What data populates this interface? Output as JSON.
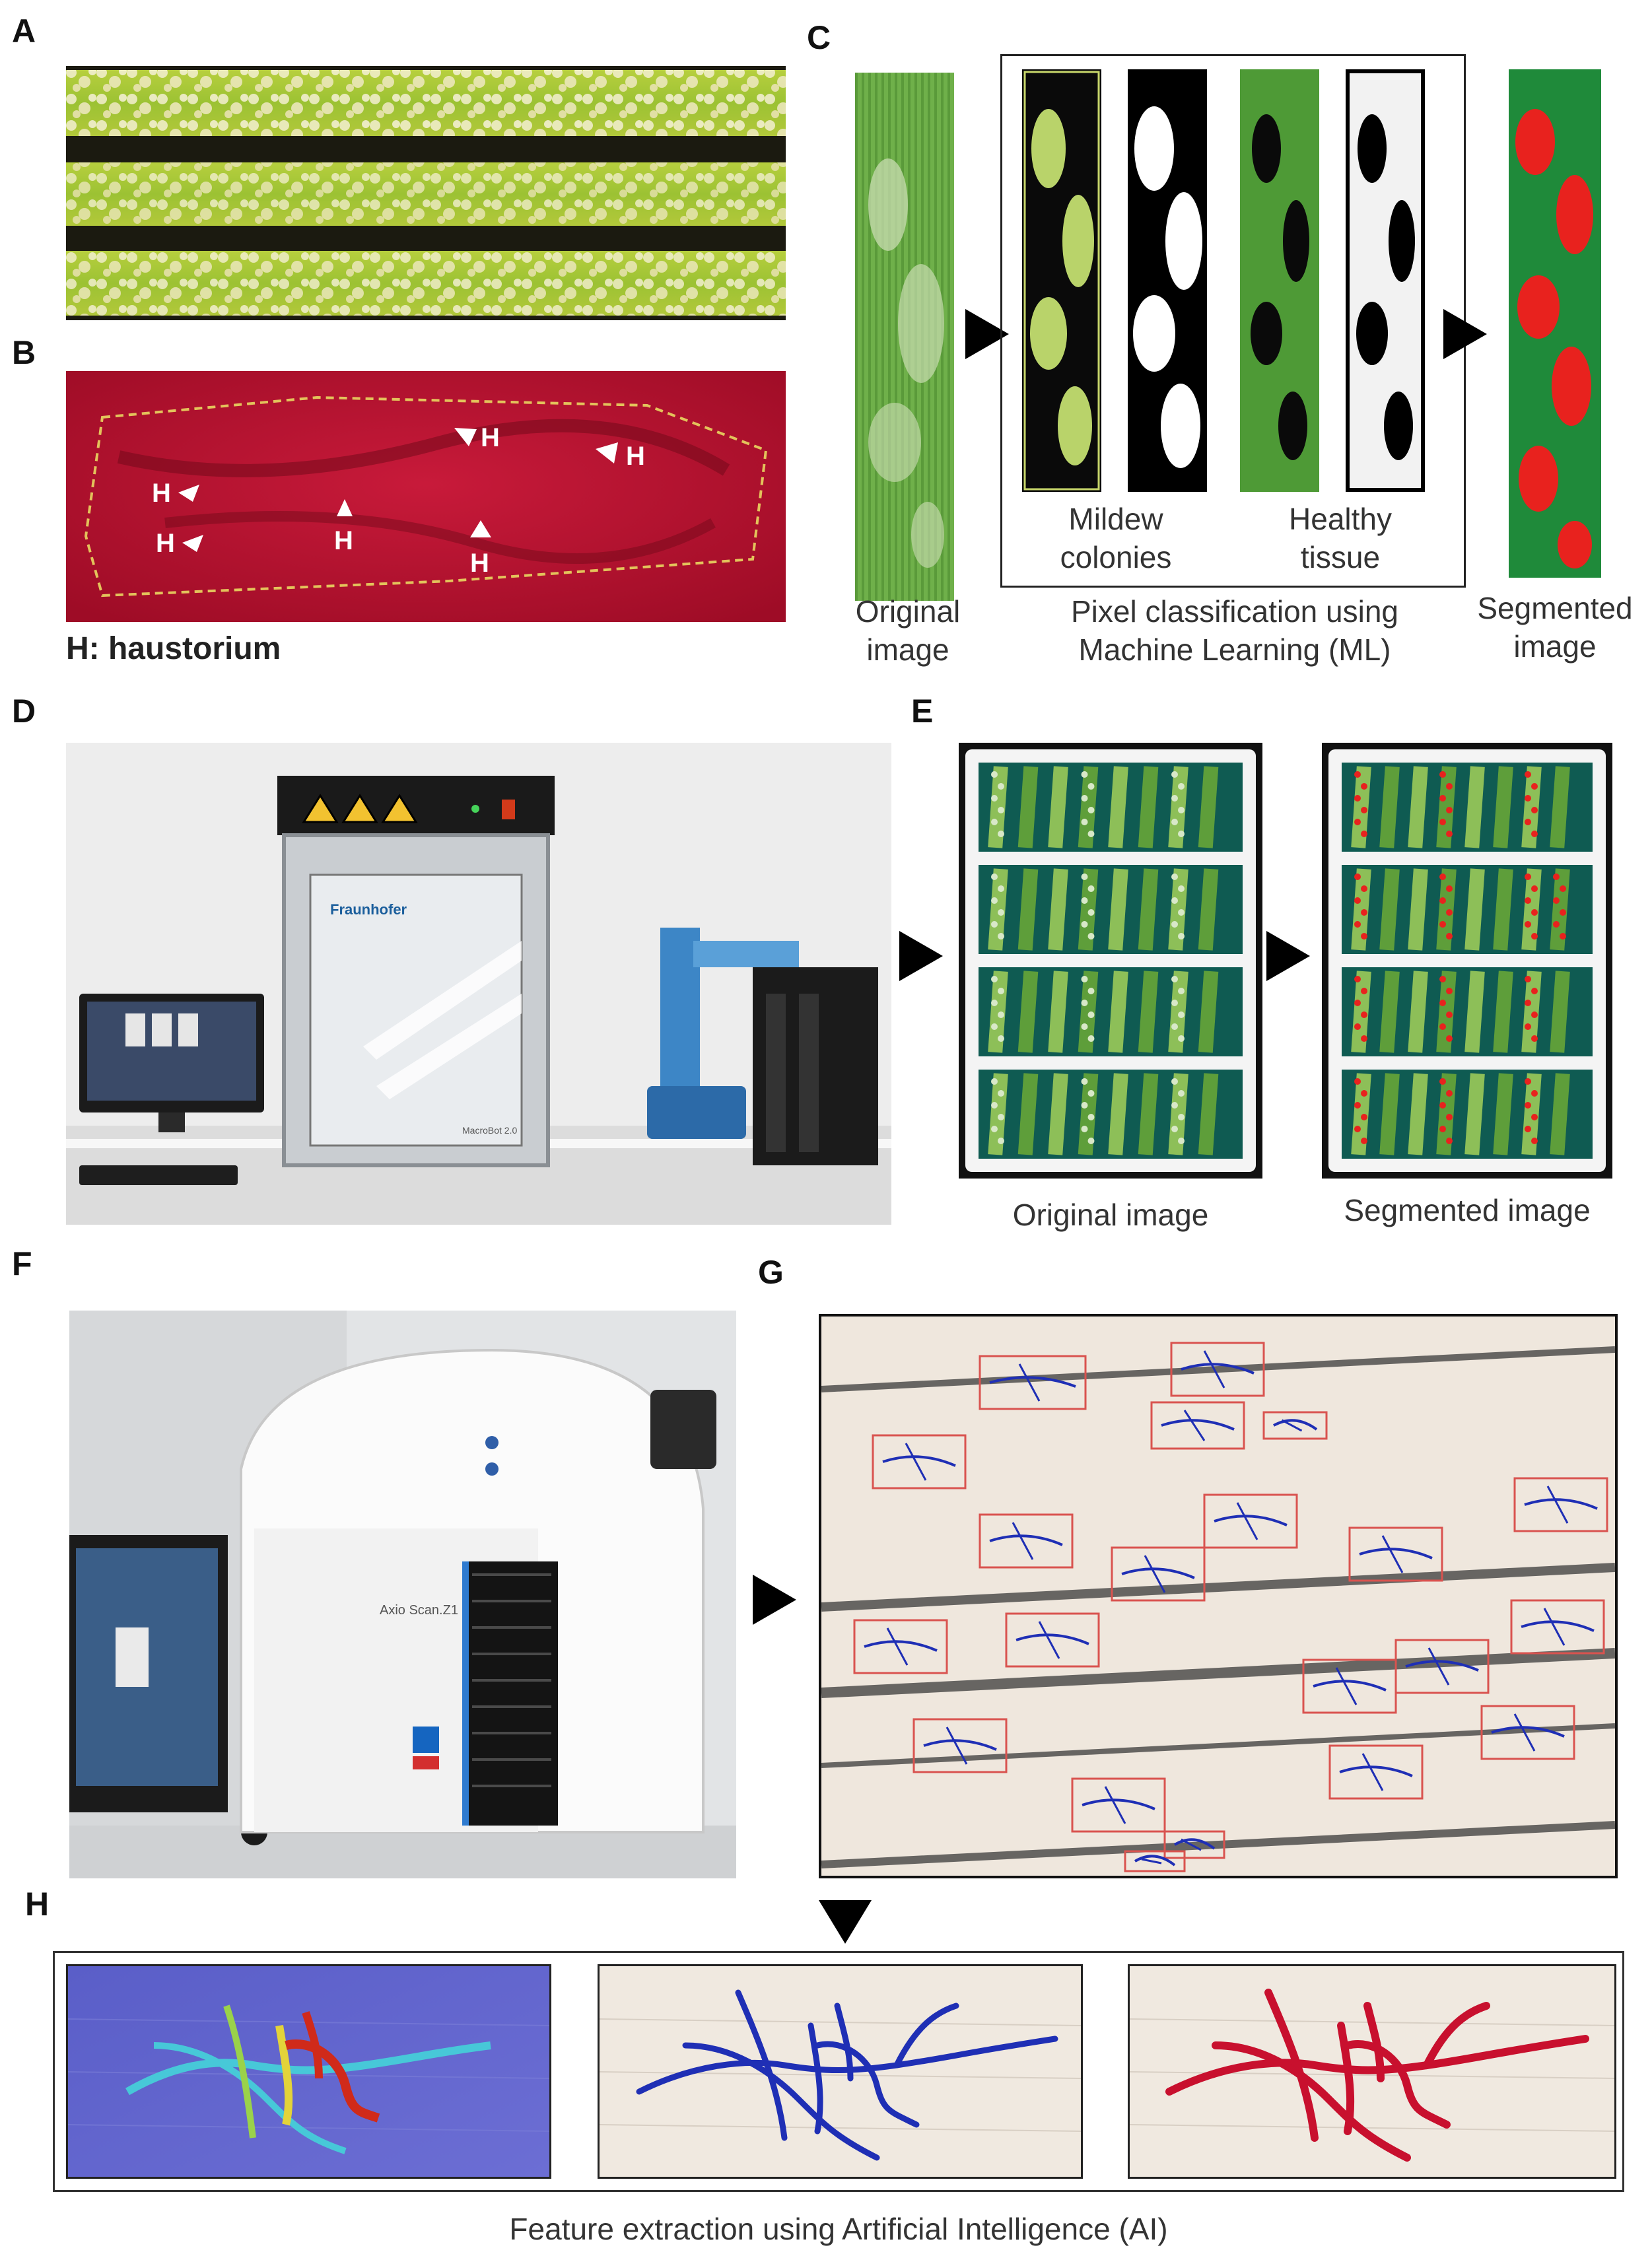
{
  "panels": {
    "A": "A",
    "B": "B",
    "C": "C",
    "D": "D",
    "E": "E",
    "F": "F",
    "G": "G",
    "H": "H"
  },
  "panel_b": {
    "marker": "H",
    "legend": "H: haustorium"
  },
  "panel_c": {
    "original_caption": "Original\nimage",
    "mildew_caption": "Mildew\ncolonies",
    "healthy_caption": "Healthy\ntissue",
    "ml_caption": "Pixel classification using\nMachine Learning (ML)",
    "segmented_caption": "Segmented\nimage"
  },
  "panel_d": {
    "brand": "Fraunhofer",
    "device": "MacroBot 2.0"
  },
  "panel_e": {
    "original_caption": "Original image",
    "segmented_caption": "Segmented image"
  },
  "panel_f": {
    "device": "Axio Scan.Z1"
  },
  "panel_h": {
    "caption": "Feature extraction using Artificial Intelligence (AI)"
  },
  "colors": {
    "leaf_green": "#8fc03a",
    "haustorium_red": "#c8102e",
    "segment_red": "#e8221e",
    "box_red": "#d9534f",
    "hyphae_blue": "#1f2fb5"
  }
}
